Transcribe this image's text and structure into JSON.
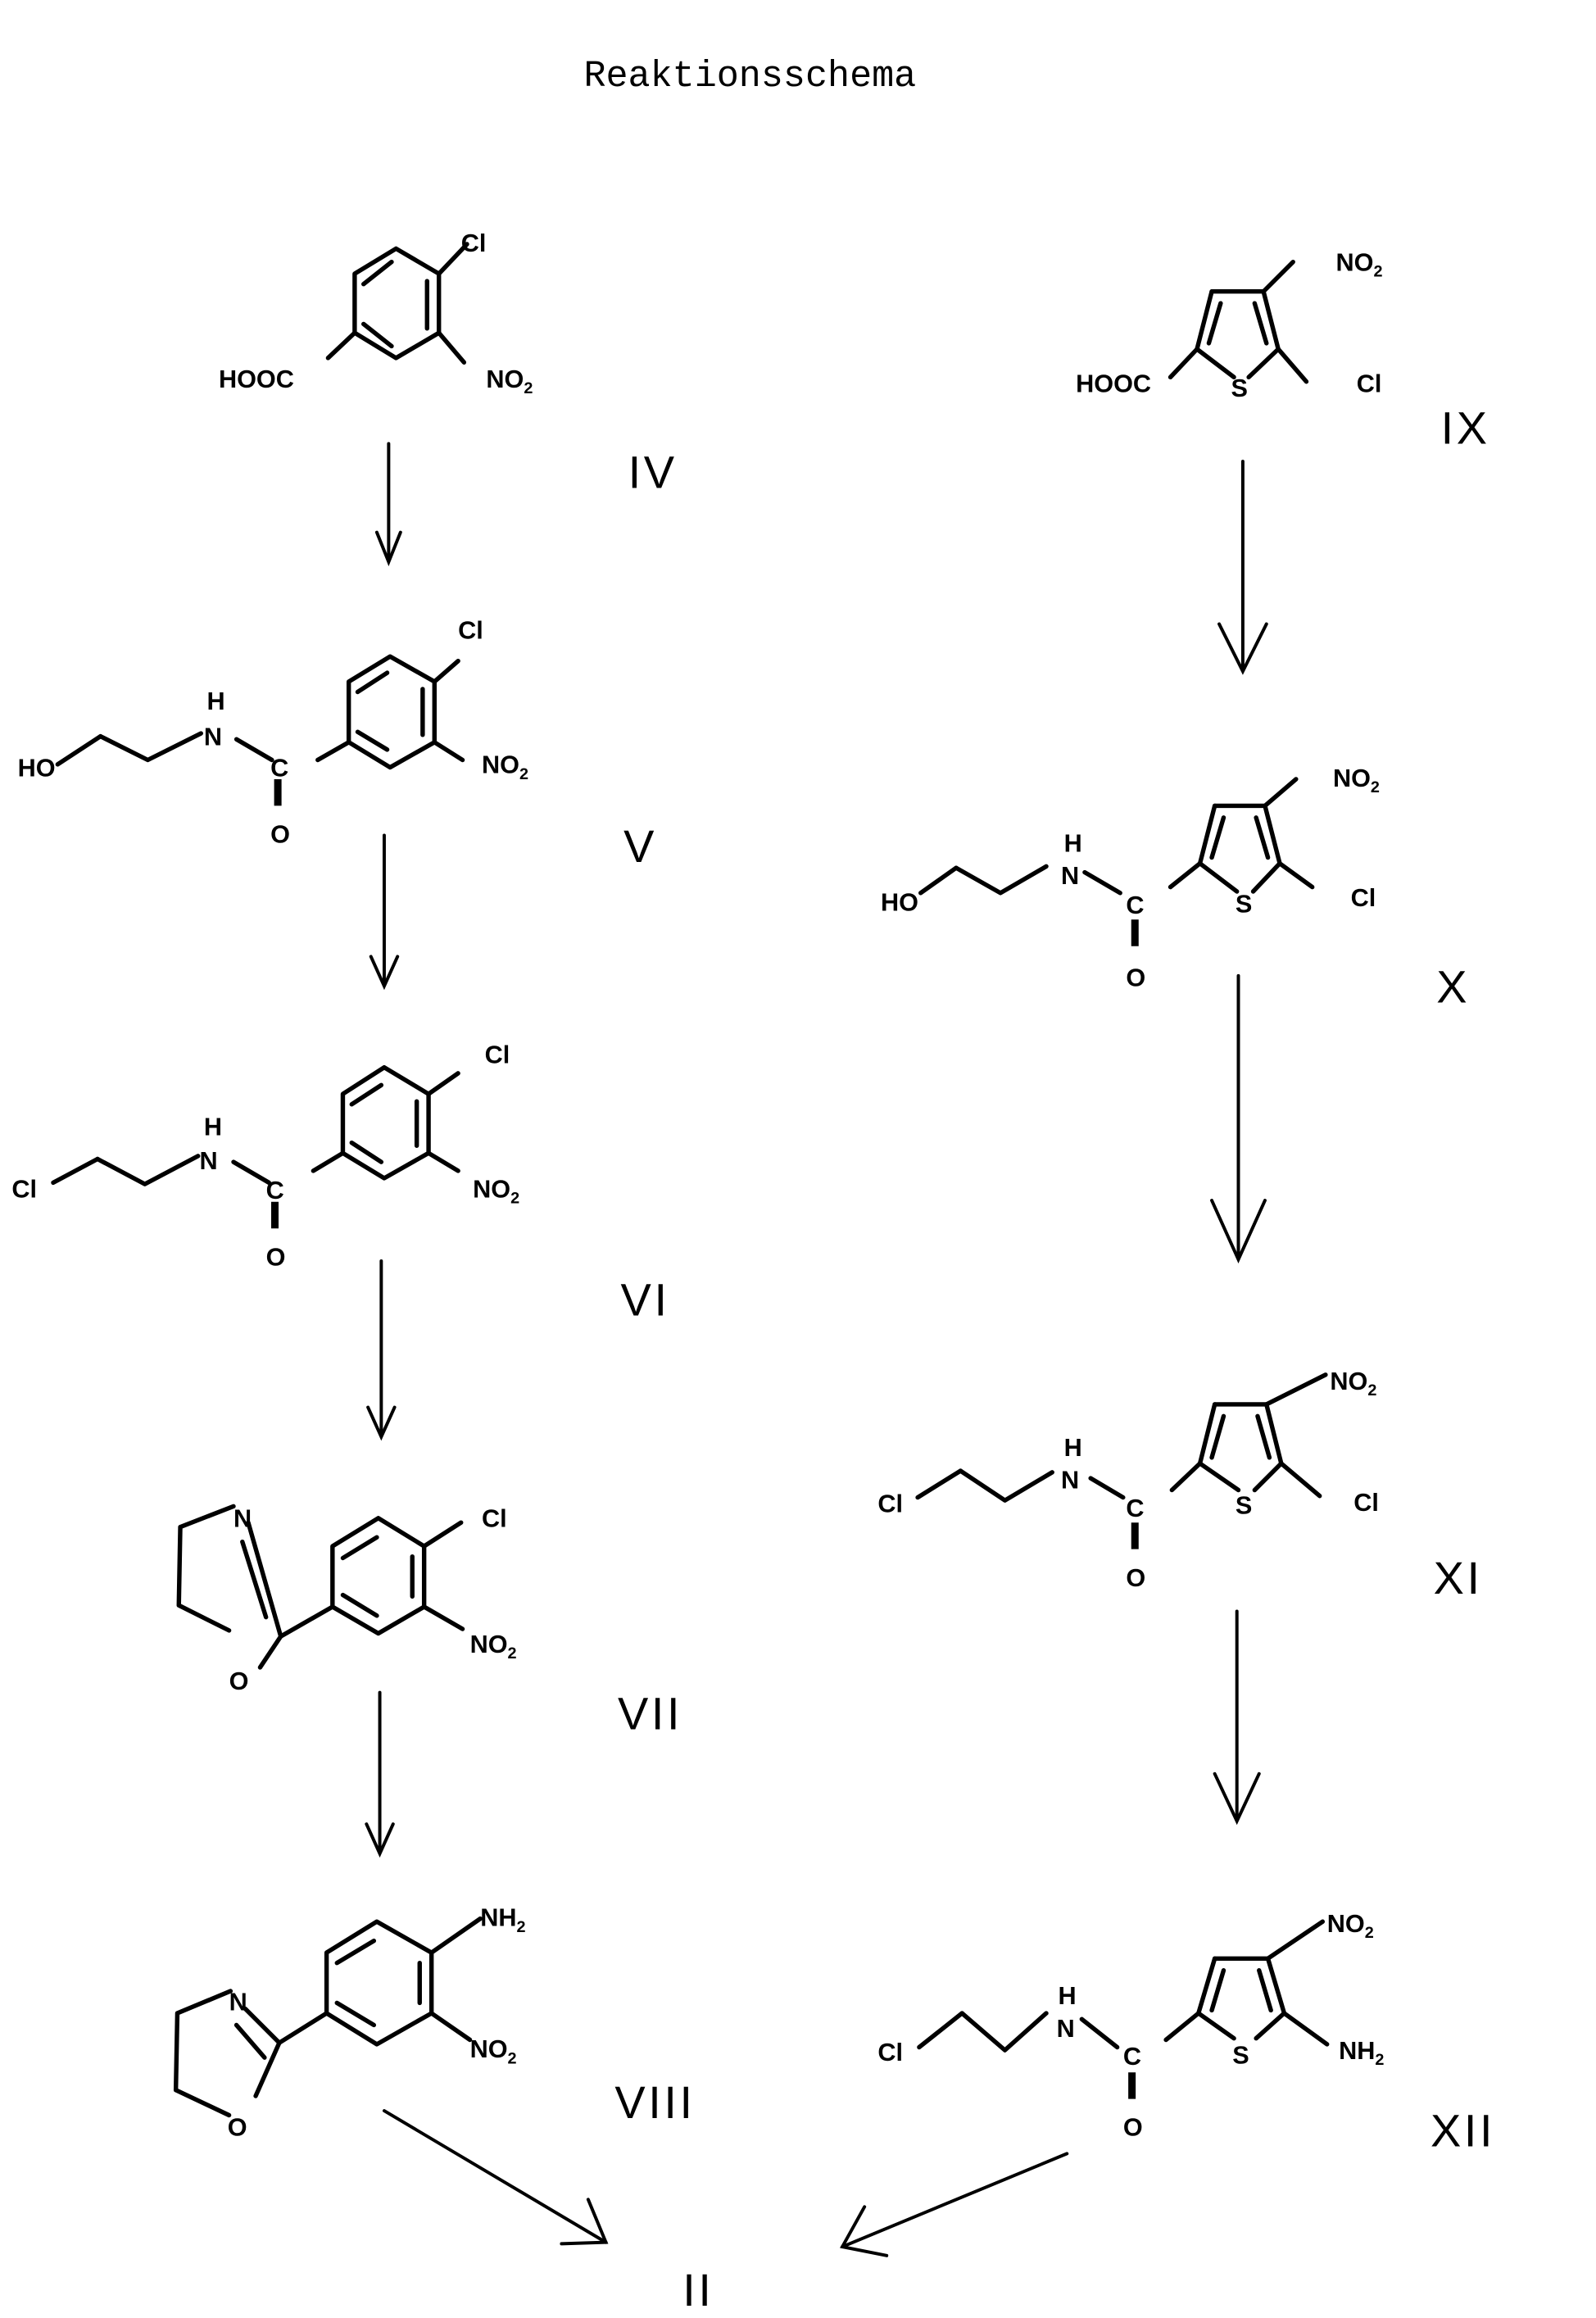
{
  "title": "Reaktionsschema",
  "compounds": {
    "IV": {
      "id": "IV",
      "substituents": [
        "Cl",
        "HOOC",
        "NO2"
      ]
    },
    "V": {
      "id": "V",
      "substituents": [
        "HO",
        "H",
        "N",
        "C",
        "O",
        "Cl",
        "NO2"
      ]
    },
    "VI": {
      "id": "VI",
      "substituents": [
        "Cl",
        "H",
        "N",
        "C",
        "O",
        "Cl",
        "NO2"
      ]
    },
    "VII": {
      "id": "VII",
      "substituents": [
        "N",
        "O",
        "Cl",
        "NO2"
      ]
    },
    "VIII": {
      "id": "VIII",
      "substituents": [
        "N",
        "O",
        "NH2",
        "NO2"
      ]
    },
    "IX": {
      "id": "IX",
      "substituents": [
        "NO2",
        "HOOC",
        "S",
        "Cl"
      ]
    },
    "X": {
      "id": "X",
      "substituents": [
        "HO",
        "H",
        "N",
        "C",
        "O",
        "S",
        "NO2",
        "Cl"
      ]
    },
    "XI": {
      "id": "XI",
      "substituents": [
        "Cl",
        "H",
        "N",
        "C",
        "O",
        "S",
        "NO2",
        "Cl"
      ]
    },
    "XII": {
      "id": "XII",
      "substituents": [
        "Cl",
        "H",
        "N",
        "C",
        "O",
        "S",
        "NO2",
        "NH2"
      ]
    },
    "II": {
      "id": "II"
    }
  },
  "atoms": {
    "Cl": "Cl",
    "HOOC": "HOOC",
    "NO": "NO",
    "sub2": "2",
    "HO": "HO",
    "H": "H",
    "N": "N",
    "C": "C",
    "O": "O",
    "S": "S",
    "NH": "NH"
  },
  "pathways": {
    "left": [
      "IV",
      "V",
      "VI",
      "VII",
      "VIII",
      "II"
    ],
    "right": [
      "IX",
      "X",
      "XI",
      "XII",
      "II"
    ]
  }
}
